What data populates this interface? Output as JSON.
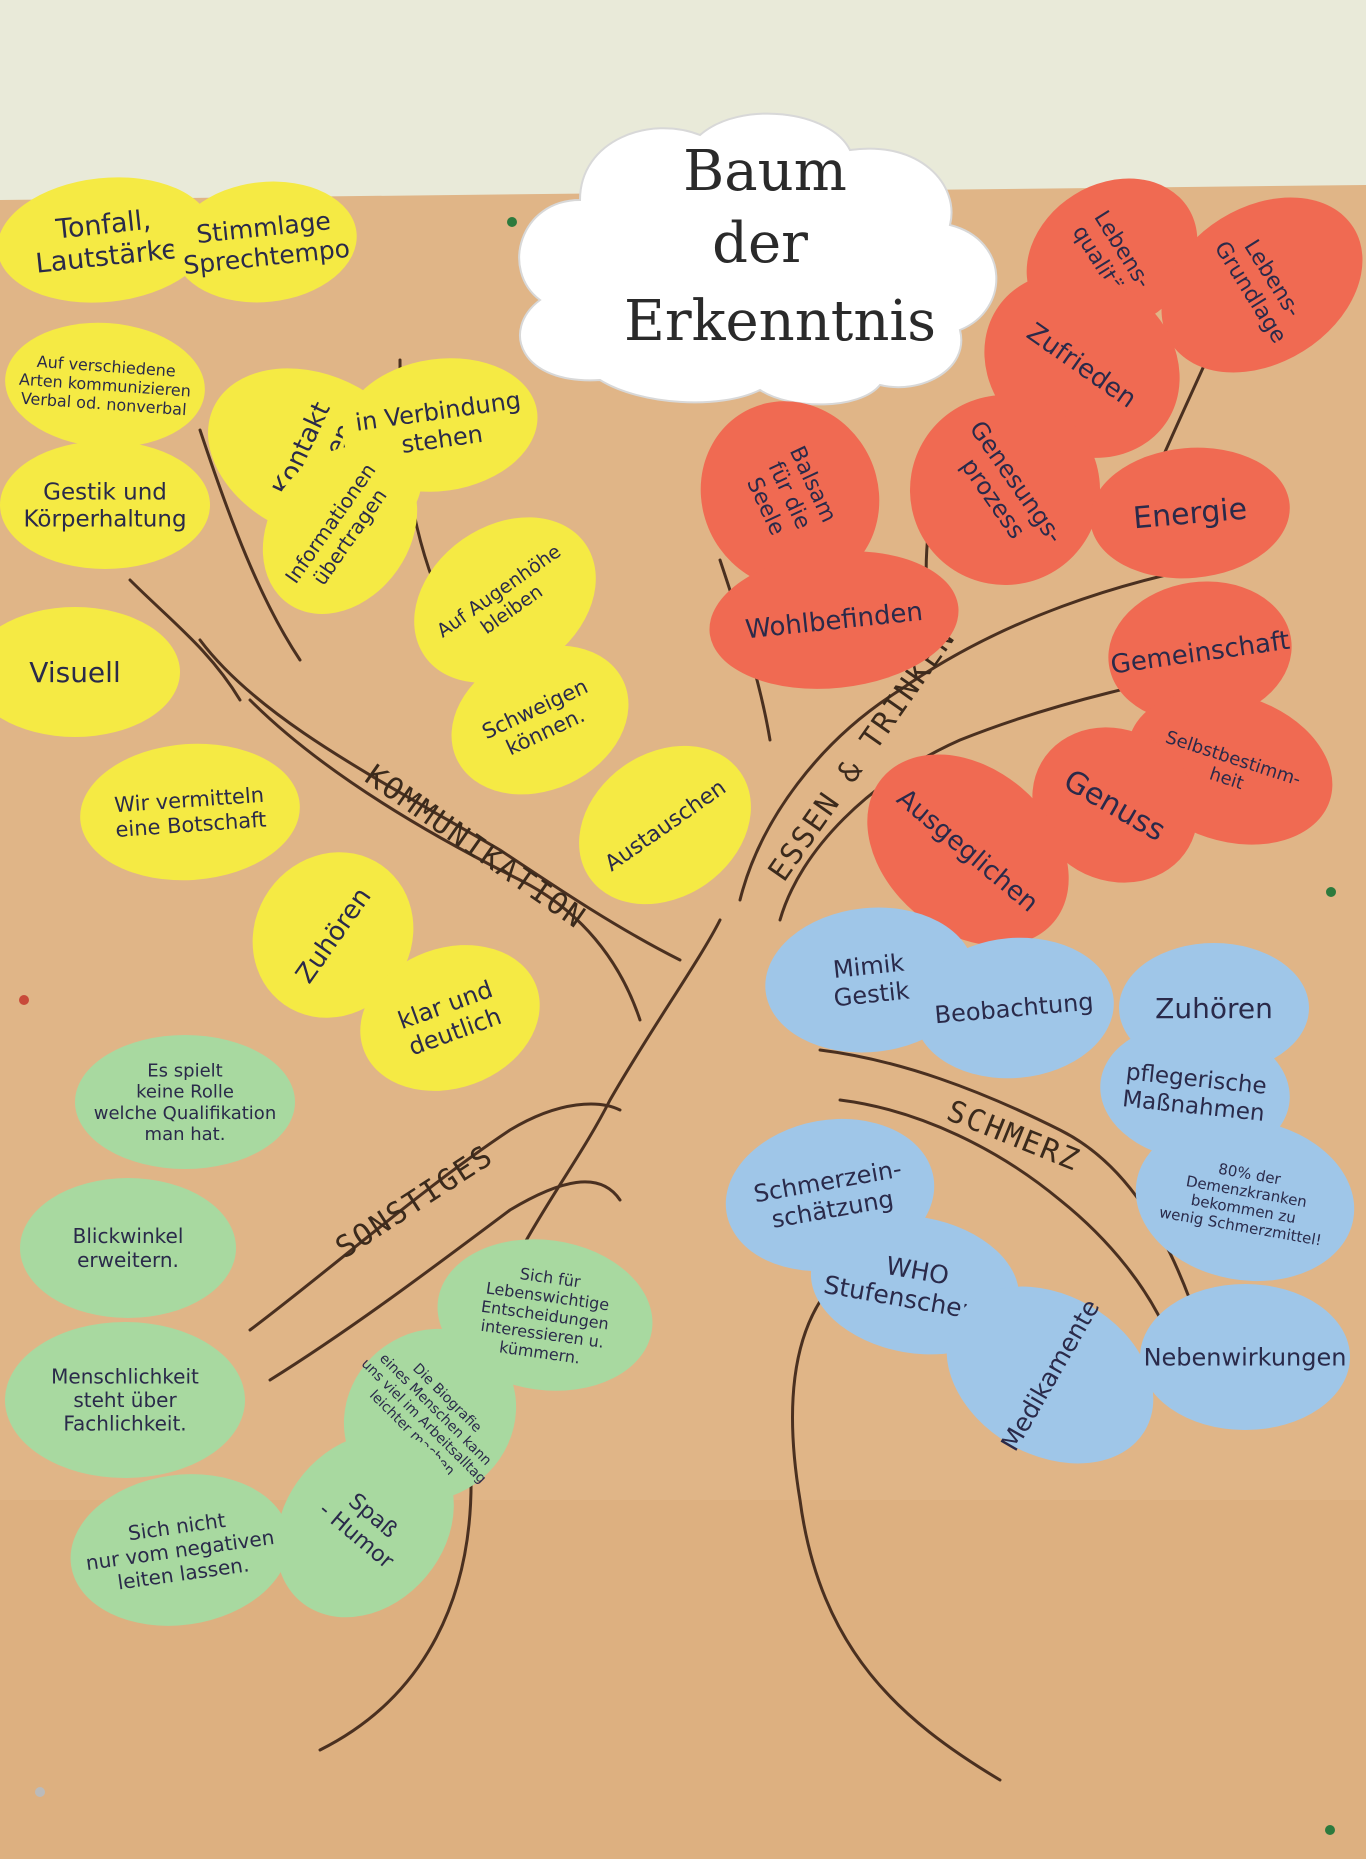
{
  "title": [
    "Baum",
    "der",
    "Erkenntnis"
  ],
  "colors": {
    "wall": "#e9ead9",
    "paper": "#e4b98a",
    "trunk": "#4a3020",
    "yellow": "#f5ea44",
    "red": "#f06a52",
    "blue": "#9fc6e8",
    "green": "#a8d9a0",
    "cloud": "#ffffff"
  },
  "branches": {
    "kommunikation": "KOMMUNIKATION",
    "essen": "ESSEN & TRINKEN",
    "schmerz": "SCHMERZ",
    "sonstiges": "SONSTIGES"
  },
  "notes": {
    "yellow": [
      [
        "Tonfall,",
        "Lautstärke"
      ],
      [
        "Stimmlage",
        "Sprechtempo"
      ],
      [
        "Auf verschiedene",
        "Arten kommunizieren",
        "Verbal od. nonverbal"
      ],
      [
        "Kontakt",
        "haben"
      ],
      [
        "in Verbindung",
        "stehen"
      ],
      [
        "Gestik und",
        "Körperhaltung"
      ],
      [
        "Informationen",
        "übertragen"
      ],
      [
        "Auf Augenhöhe",
        "bleiben"
      ],
      [
        "Visuell"
      ],
      [
        "Schweigen",
        "können."
      ],
      [
        "Wir vermitteln",
        "eine Botschaft"
      ],
      [
        "Austauschen"
      ],
      [
        "Zuhören"
      ],
      [
        "klar und",
        "deutlich"
      ]
    ],
    "red": [
      [
        "Lebens-",
        "qualität"
      ],
      [
        "Lebens-",
        "Grundlage"
      ],
      [
        "Zufrieden"
      ],
      [
        "Genesungs-",
        "prozess"
      ],
      [
        "Balsam",
        "für die",
        "Seele"
      ],
      [
        "Energie"
      ],
      [
        "Wohlbefinden"
      ],
      [
        "Gemeinschaft"
      ],
      [
        "Selbstbestimm-",
        "heit"
      ],
      [
        "Genuss"
      ],
      [
        "Ausgeglichen"
      ]
    ],
    "blue": [
      [
        "Mimik",
        "Gestik"
      ],
      [
        "Beobachtung"
      ],
      [
        "Zuhören"
      ],
      [
        "pflegerische",
        "Maßnahmen"
      ],
      [
        "Schmerzein-",
        "schätzung"
      ],
      [
        "80% der",
        "Demenzkranken",
        "bekommen zu",
        "wenig Schmerzmittel!"
      ],
      [
        "WHO",
        "Stufenschema"
      ],
      [
        "Medikamente"
      ],
      [
        "Nebenwirkungen"
      ]
    ],
    "green": [
      [
        "Es spielt",
        "keine Rolle",
        "welche Qualifikation",
        "man hat."
      ],
      [
        "Blickwinkel",
        "erweitern."
      ],
      [
        "Sich für",
        "Lebenswichtige",
        "Entscheidungen",
        "interessieren u.",
        "kümmern."
      ],
      [
        "Menschlichkeit",
        "steht über",
        "Fachlichkeit."
      ],
      [
        "Die Biografie",
        "eines Menschen kann",
        "uns viel im Arbeitsalltag",
        "leichter machen"
      ],
      [
        "Sich nicht",
        "nur vom negativen",
        "leiten lassen."
      ],
      [
        "Spaß",
        "- Humor"
      ]
    ]
  }
}
